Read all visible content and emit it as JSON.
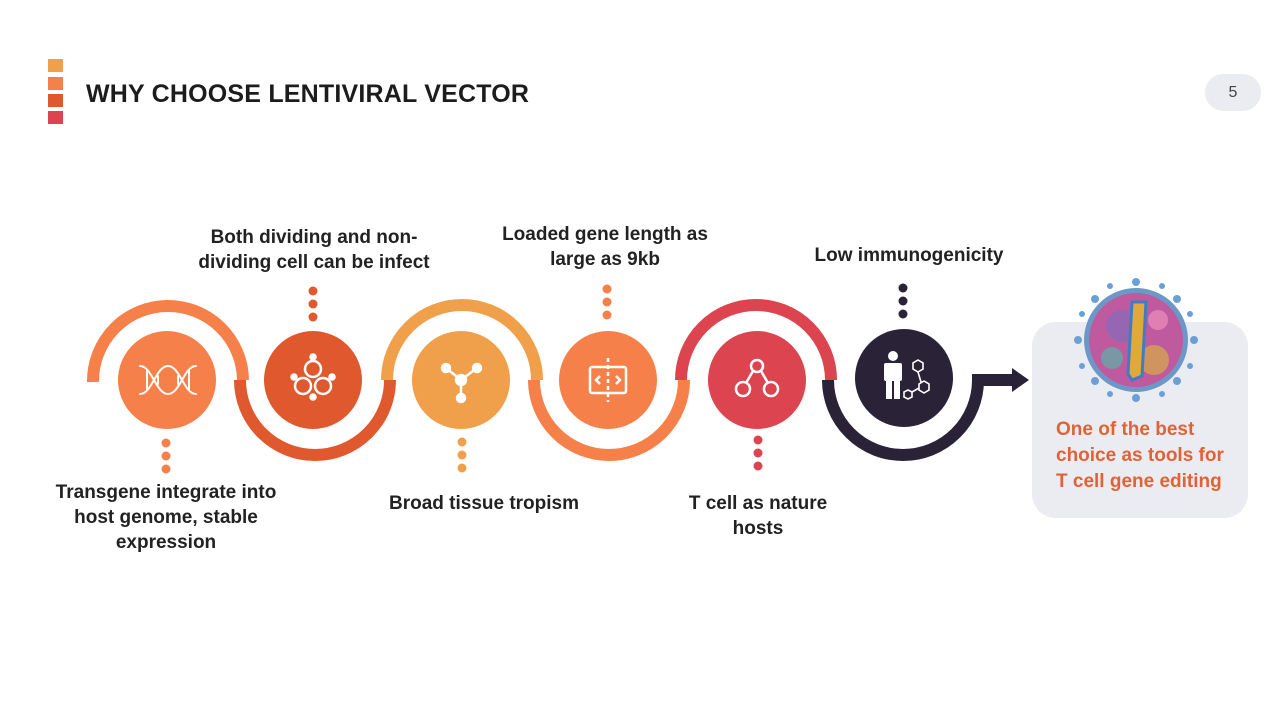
{
  "slide": {
    "title": "WHY CHOOSE LENTIVIRAL VECTOR",
    "page_number": "5"
  },
  "colors": {
    "orange_light": "#f0a04b",
    "orange": "#f5804a",
    "orange_dark": "#e0592e",
    "red": "#dc4450",
    "dark": "#2a2236"
  },
  "steps": [
    {
      "label": "Transgene integrate into host genome, stable expression",
      "icon": "dna-icon",
      "color": "#f5804a"
    },
    {
      "label": "Both dividing and non-dividing cell can be infect",
      "icon": "cell-cluster-icon",
      "color": "#e0592e"
    },
    {
      "label": "Broad tissue tropism",
      "icon": "molecule-node-icon",
      "color": "#f0a04b"
    },
    {
      "label": "Loaded gene length as large as 9kb",
      "icon": "gene-cassette-icon",
      "color": "#f5804a"
    },
    {
      "label": "T cell as nature hosts",
      "icon": "network-nodes-icon",
      "color": "#dc4450"
    },
    {
      "label": "Low immunogenicity",
      "icon": "person-molecule-icon",
      "color": "#2a2236"
    }
  ],
  "result": {
    "text": "One of the best choice as tools for T cell gene editing",
    "icon": "lentivirus-particle-icon"
  }
}
